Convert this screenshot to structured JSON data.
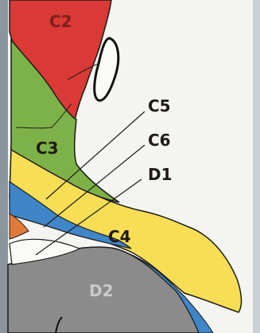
{
  "regions": {
    "c2": {
      "label": "C2",
      "fill": "#d93a36",
      "text_color": "#7d1f1c"
    },
    "c3": {
      "label": "C3",
      "fill": "#7db248",
      "text_color": "#1f1a15"
    },
    "c4": {
      "label": "C4",
      "fill": "#f7de55",
      "text_color": "#1f1a15"
    },
    "c5": {
      "label": "C5",
      "fill": "#eef0e6",
      "text_color": "#1f1a15"
    },
    "c6": {
      "label": "C6",
      "fill": "#3f86c8",
      "text_color": "#1f1a15"
    },
    "d1": {
      "label": "D1",
      "fill": "#e07a38",
      "text_color": "#1f1a15"
    },
    "d2": {
      "label": "D2",
      "fill": "#8b8b8b",
      "text_color": "#c9c9c9"
    }
  },
  "colors": {
    "paper": "#f4f5f1",
    "outline": "#1d1b1a",
    "frame_gray": "#8c959d"
  }
}
